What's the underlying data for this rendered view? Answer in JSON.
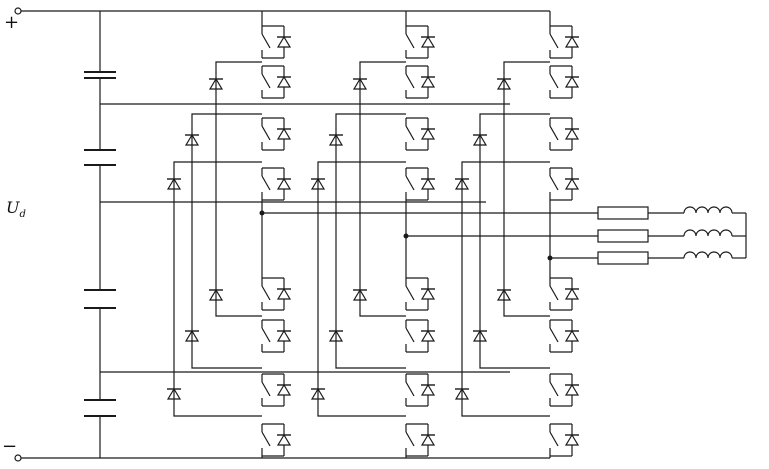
{
  "labels": {
    "plus": "+",
    "minus": "−",
    "ud_main": "U",
    "ud_sub": "d"
  },
  "colors": {
    "line": "#1a1a1a",
    "background": "#ffffff"
  },
  "components": {
    "dc_bus_capacitors": 4,
    "phase_legs": 3,
    "switches_per_leg": 8,
    "antiparallel_diodes_per_leg": 8,
    "clamping_diodes_per_leg": 6,
    "load_resistors": 3,
    "load_inductors": 3
  }
}
